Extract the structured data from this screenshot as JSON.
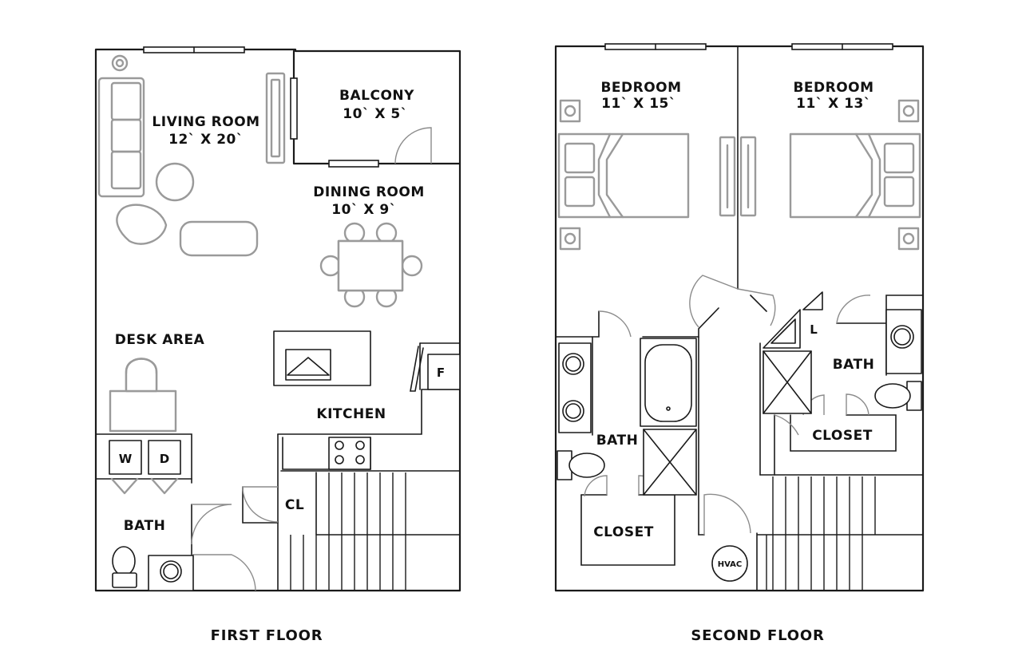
{
  "first_floor": {
    "caption": "FIRST FLOOR",
    "rooms": {
      "living_room": {
        "name": "LIVING ROOM",
        "size": "12` X 20`"
      },
      "balcony": {
        "name": "BALCONY",
        "size": "10` X 5`"
      },
      "dining_room": {
        "name": "DINING ROOM",
        "size": "10` X 9`"
      },
      "desk_area": {
        "name": "DESK AREA"
      },
      "kitchen": {
        "name": "KITCHEN"
      },
      "bath": {
        "name": "BATH"
      },
      "closet": {
        "name": "CL"
      }
    },
    "appliances": {
      "washer": "W",
      "dryer": "D",
      "fridge": "F"
    }
  },
  "second_floor": {
    "caption": "SECOND FLOOR",
    "rooms": {
      "bedroom_left": {
        "name": "BEDROOM",
        "size": "11` X 15`"
      },
      "bedroom_right": {
        "name": "BEDROOM",
        "size": "11` X 13`"
      },
      "bath_left": {
        "name": "BATH"
      },
      "bath_right": {
        "name": "BATH"
      },
      "closet_left": {
        "name": "CLOSET"
      },
      "closet_right": {
        "name": "CLOSET"
      },
      "linen": {
        "name": "L"
      },
      "hvac": {
        "name": "HVAC"
      }
    }
  }
}
